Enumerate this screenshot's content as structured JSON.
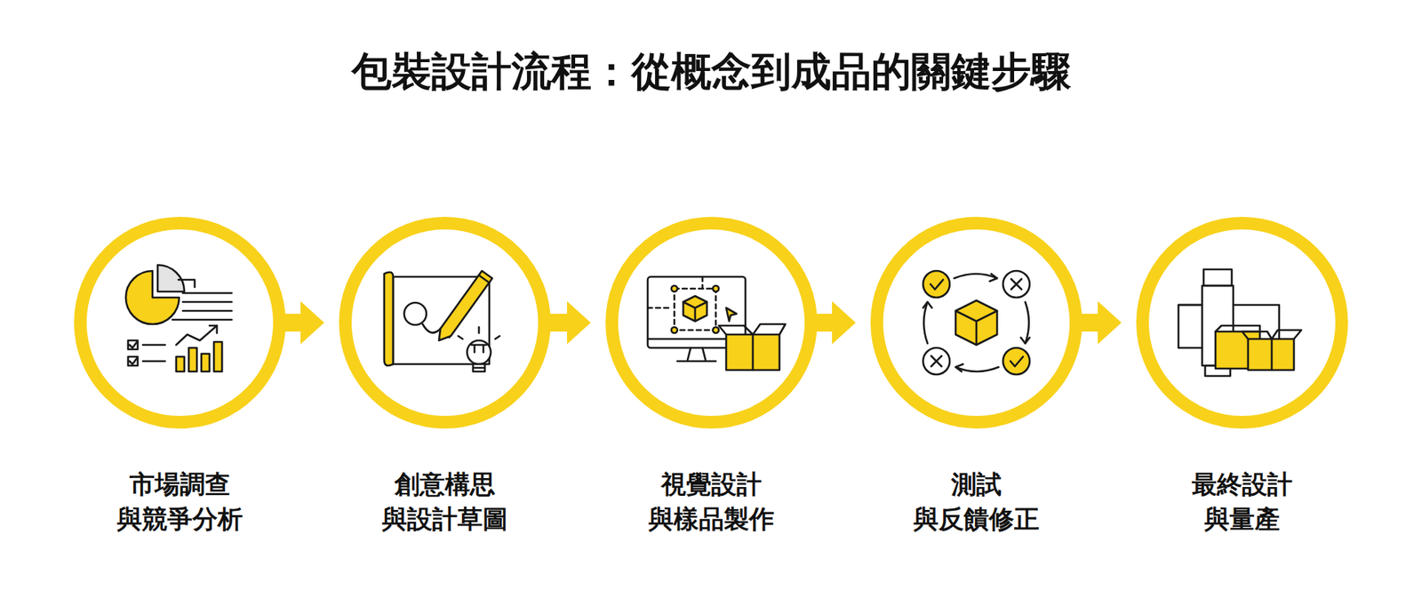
{
  "diagram": {
    "title": "包裝設計流程：從概念到成品的關鍵步驟",
    "nodes": [
      {
        "text": [
          "市場調查 與競爭分析"
        ]
      },
      {
        "text": [
          "創意構思 與設計草圖"
        ]
      },
      {
        "text": [
          "視覺設計 與樣品製作"
        ]
      },
      {
        "text": [
          "測試 與反饋修正"
        ]
      },
      {
        "text": [
          "最終設計 與量產"
        ]
      }
    ],
    "edges": [
      {
        "from": 0,
        "to": 1,
        "arrow": "to"
      },
      {
        "from": 1,
        "to": 2,
        "arrow": "to"
      },
      {
        "from": 2,
        "to": 3,
        "arrow": "to"
      },
      {
        "from": 3,
        "to": 4,
        "arrow": "to"
      }
    ]
  }
}
